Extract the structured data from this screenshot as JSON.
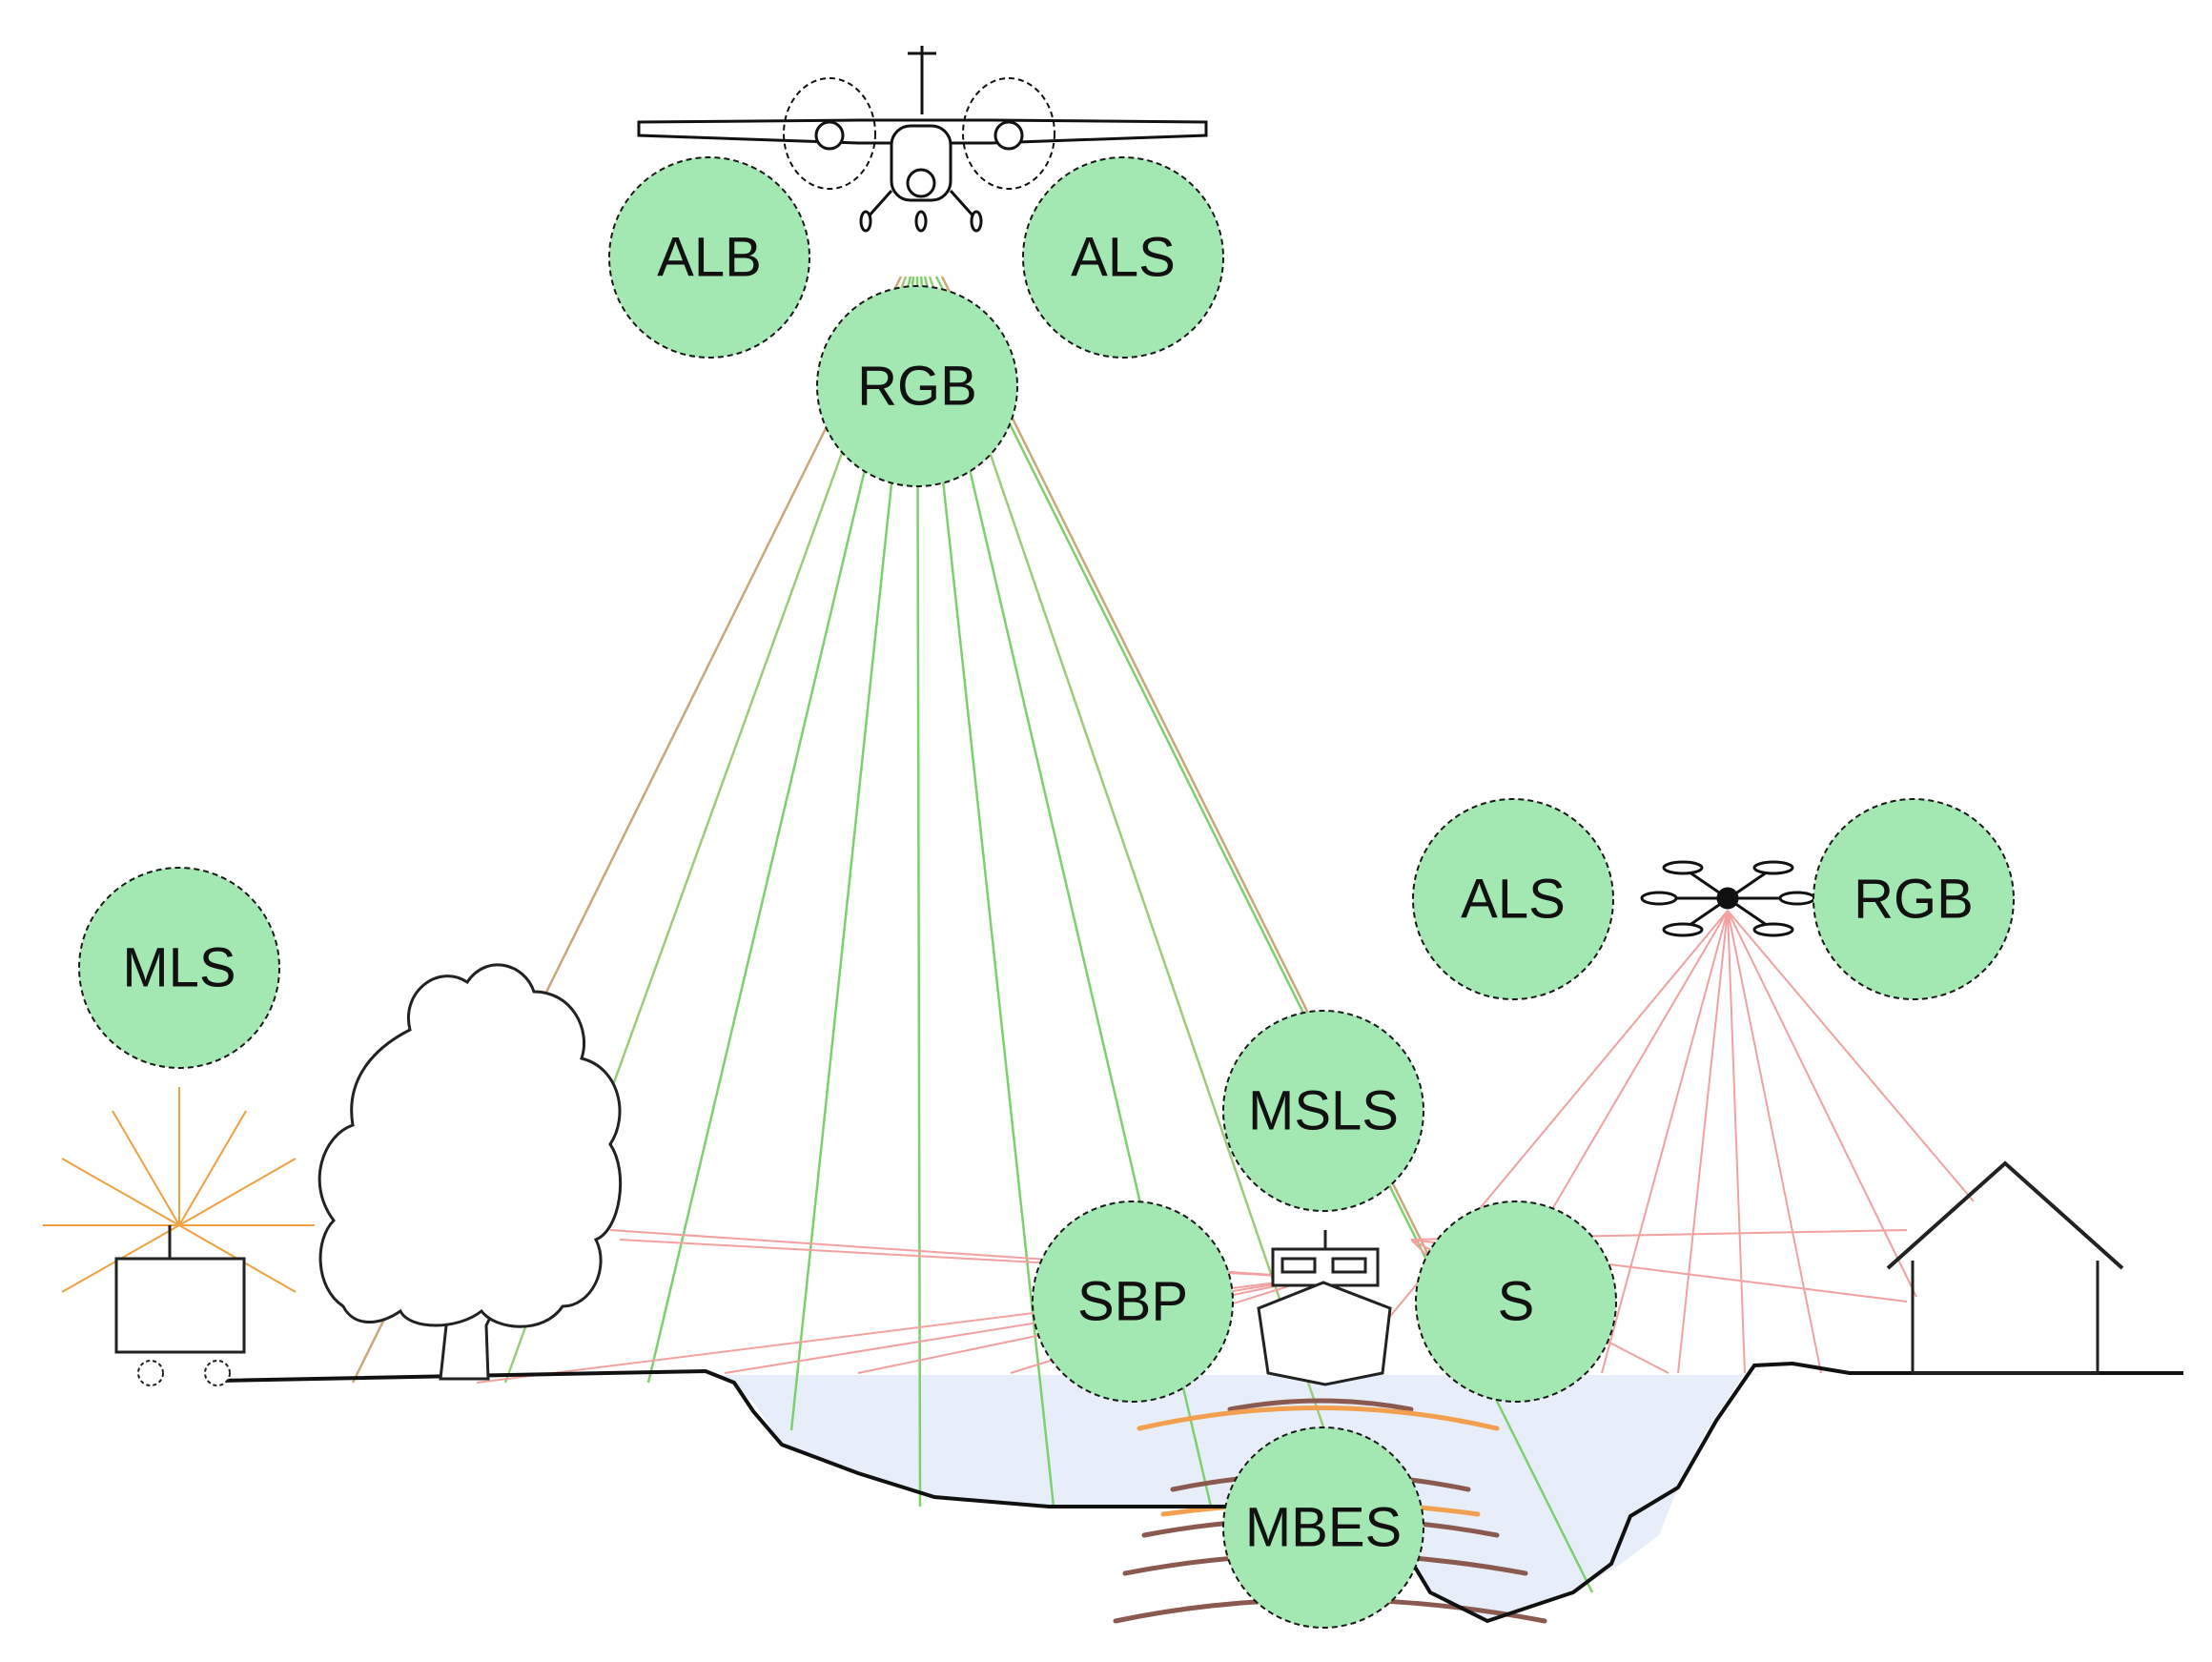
{
  "colors": {
    "circle_fill": "#a3e8b3",
    "circle_stroke": "#1a1a1a",
    "green_beam": "#7cd06e",
    "tan_beam": "#c8a878",
    "red_beam": "#f2a0a0",
    "orange_beam": "#f0a040",
    "water": "#e4ecf8",
    "ground": "#111111",
    "sonar_orange": "#f2a050",
    "sonar_brown": "#8a5a50"
  },
  "labels": {
    "plane_alb": "ALB",
    "plane_als": "ALS",
    "plane_rgb": "RGB",
    "mls": "MLS",
    "drone_als": "ALS",
    "drone_rgb": "RGB",
    "msls": "MSLS",
    "sbp": "SBP",
    "s": "S",
    "mbes": "MBES"
  },
  "icons": {
    "aircraft": "airplane-icon",
    "drone": "drone-icon",
    "vehicle": "mobile-scanner-vehicle-icon",
    "tree": "tree-icon",
    "boat": "boat-icon",
    "house": "house-icon"
  }
}
